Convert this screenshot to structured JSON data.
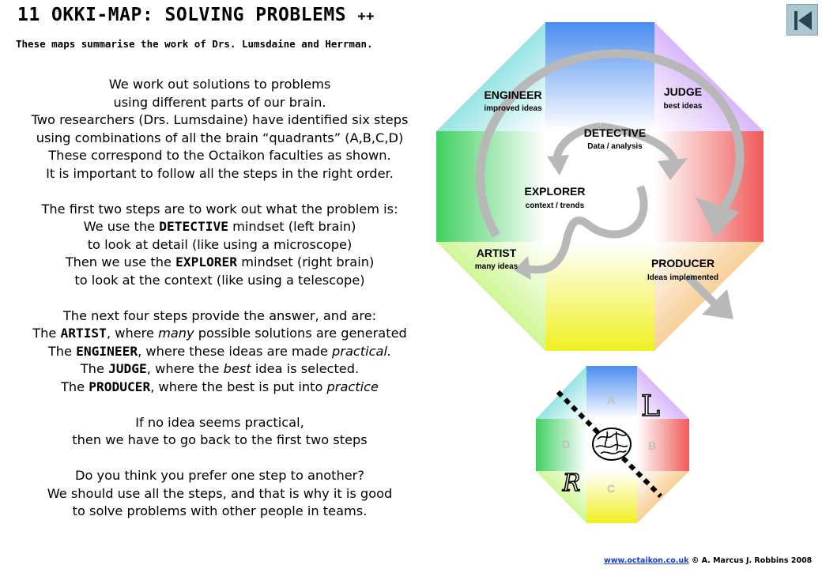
{
  "header": {
    "title": "11 OKKI-MAP: SOLVING PROBLEMS",
    "title_suffix": "++",
    "subtitle": "These maps summarise the work of Drs. Lumsdaine and Herrman."
  },
  "paragraphs": {
    "p1": {
      "l1": "We work out solutions to problems",
      "l2": "using different parts of our brain.",
      "l3": "Two researchers (Drs. Lumsdaine) have identified  six steps",
      "l4": "using combinations of all the brain “quadrants” (A,B,C,D)",
      "l5": "These correspond to the Octaikon faculties as shown.",
      "l6": "It is important to follow all the steps in the right order."
    },
    "p2": {
      "l1": "The first two steps are to work out what the problem is:",
      "l2_pre": "We use the ",
      "l2_bold": "DETECTIVE",
      "l2_post": " mindset (left brain)",
      "l3": "to look at detail (like using a microscope)",
      "l4_pre": "Then we use the ",
      "l4_bold": "EXPLORER",
      "l4_post": " mindset (right brain)",
      "l5": "to look at the context (like using a telescope)"
    },
    "p3": {
      "l1": "The next four steps provide the answer, and are:",
      "l2_pre": "The ",
      "l2_bold": "ARTIST",
      "l2_mid": ", where ",
      "l2_ital": "many",
      "l2_post": " possible solutions are generated",
      "l3_pre": "The ",
      "l3_bold": "ENGINEER",
      "l3_mid": ", where these ideas are made ",
      "l3_ital": "practical.",
      "l4_pre": "The ",
      "l4_bold": "JUDGE",
      "l4_mid": ", where the ",
      "l4_ital": "best",
      "l4_post": " idea is selected.",
      "l5_pre": "The ",
      "l5_bold": "PRODUCER",
      "l5_mid": ", where the best is put into ",
      "l5_ital": "practice"
    },
    "p4": {
      "l1": "If no idea seems practical,",
      "l2": "then we have to go back to the first two steps"
    },
    "p5": {
      "l1": "Do you think you prefer one step to another?",
      "l2": "We should use all the steps, and that is why it is good",
      "l3": "to solve problems with other people in teams."
    }
  },
  "diagram": {
    "steps": {
      "engineer": {
        "name": "ENGINEER",
        "desc": "improved ideas"
      },
      "judge": {
        "name": "JUDGE",
        "desc": "best ideas"
      },
      "detective": {
        "name": "DETECTIVE",
        "desc": "Data / analysis"
      },
      "explorer": {
        "name": "EXPLORER",
        "desc": "context / trends"
      },
      "artist": {
        "name": "ARTIST",
        "desc": "many ideas"
      },
      "producer": {
        "name": "PRODUCER",
        "desc": "Ideas implemented"
      }
    },
    "brain_map": {
      "quadrant_a": "A",
      "quadrant_b": "B",
      "quadrant_c": "C",
      "quadrant_d": "D",
      "left_letter": "L",
      "right_letter": "R"
    }
  },
  "footer": {
    "link_text": "www.octaikon.co.uk",
    "copyright": " © A. Marcus J. Robbins 2008"
  },
  "colors": {
    "top": "#4a8cf0",
    "top_right": "#a86cf0",
    "right": "#f05a5a",
    "bottom_right": "#f0a030",
    "bottom": "#f0f020",
    "bottom_left": "#a0f030",
    "left": "#40d060",
    "top_left": "#30c0c0",
    "arrow": "#b8b8b8",
    "back_button": "#aac8d2"
  }
}
